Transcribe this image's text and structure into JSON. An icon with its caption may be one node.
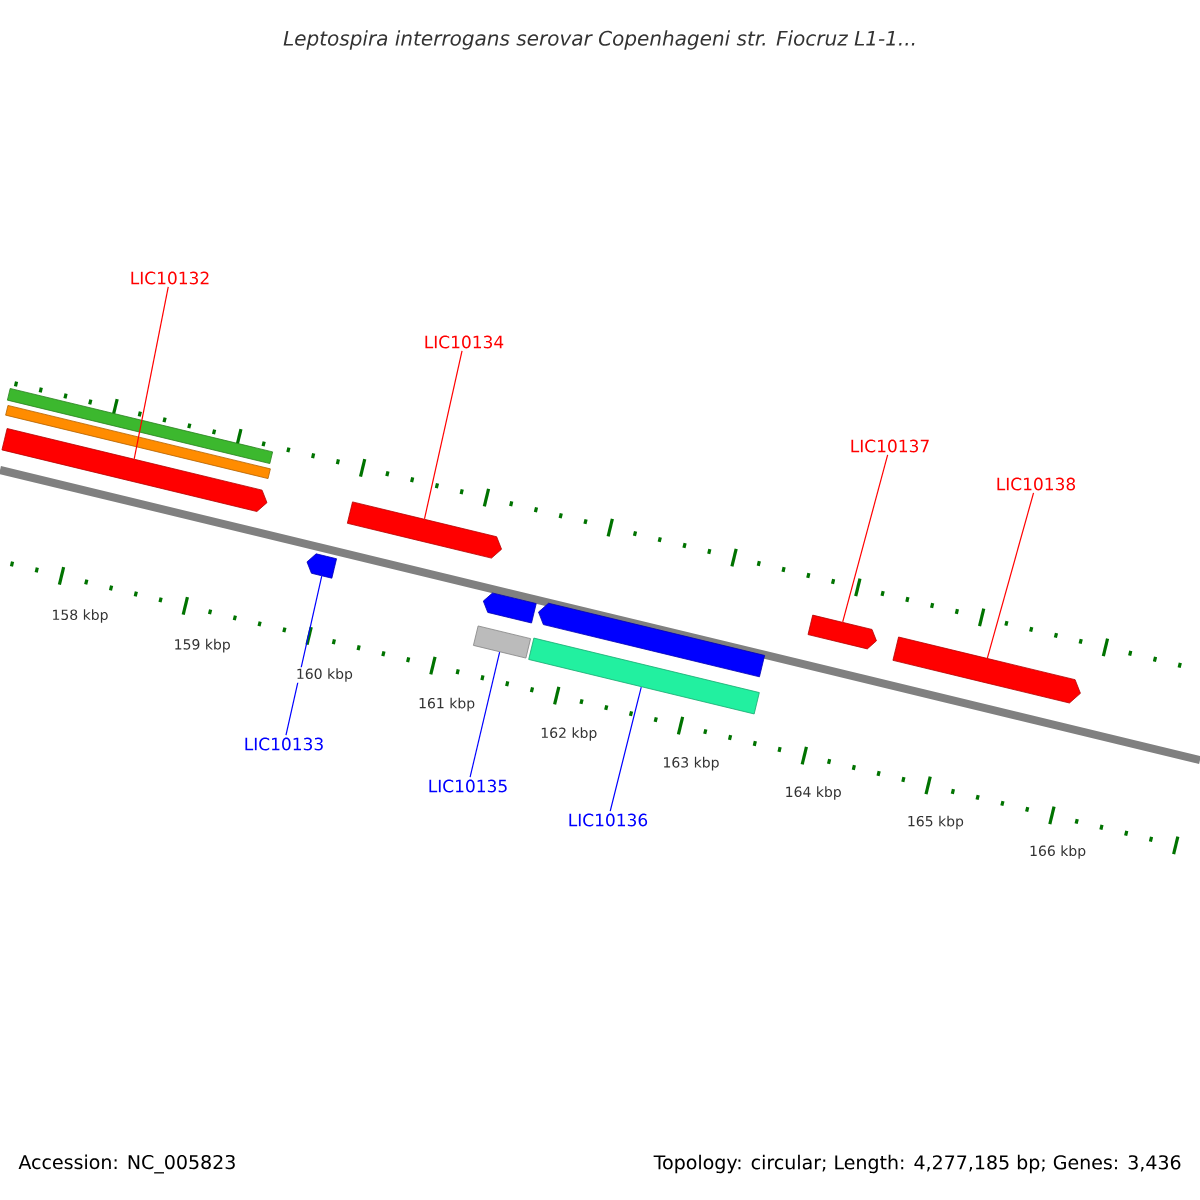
{
  "diagram": {
    "title": "Leptospira interrogans serovar Copenhageni str. Fiocruz L1-1...",
    "nodes": [
      {
        "text": [
          "LIC10132"
        ]
      },
      {
        "text": [],
        "shape": "bar"
      },
      {
        "text": [],
        "shape": "bar"
      },
      {
        "text": [],
        "shape": "bar"
      },
      {
        "text": [
          "LIC10134"
        ]
      },
      {
        "text": [],
        "shape": "bar"
      },
      {
        "text": [],
        "shape": "bar"
      },
      {
        "text": [
          "LIC10137"
        ]
      },
      {
        "text": [
          "LIC10138"
        ]
      },
      {
        "text": [],
        "shape": "bar"
      },
      {
        "text": [],
        "shape": "bar"
      },
      {
        "text": [],
        "shape": "bar"
      },
      {
        "text": [],
        "shape": "bar"
      },
      {
        "text": [],
        "shape": "bar"
      },
      {
        "text": [],
        "shape": "bar"
      },
      {
        "text": [
          "LIC10133"
        ]
      },
      {
        "text": [
          "LIC10135"
        ]
      },
      {
        "text": [
          "LIC10136"
        ]
      }
    ],
    "edges": [
      {
        "from": 0,
        "to": 3,
        "arrow": "none"
      },
      {
        "from": 4,
        "to": 5,
        "arrow": "none"
      },
      {
        "from": 7,
        "to": 13,
        "arrow": "none"
      },
      {
        "from": 8,
        "to": 14,
        "arrow": "none"
      },
      {
        "from": 15,
        "to": 6,
        "arrow": "none",
        "color": "#0000ff"
      },
      {
        "from": 16,
        "to": 11,
        "arrow": "none",
        "color": "#0000ff"
      },
      {
        "from": 17,
        "to": 12,
        "arrow": "none",
        "color": "#0000ff"
      }
    ],
    "labels": [
      "158 kbp",
      "159 kbp",
      "160 kbp",
      "161 kbp",
      "162 kbp",
      "163 kbp",
      "164 kbp",
      "165 kbp",
      "166 kbp",
      "Accession: NC_005823",
      "Topology: circular; Length: 4,277,185 bp; Genes: 3,436"
    ]
  }
}
